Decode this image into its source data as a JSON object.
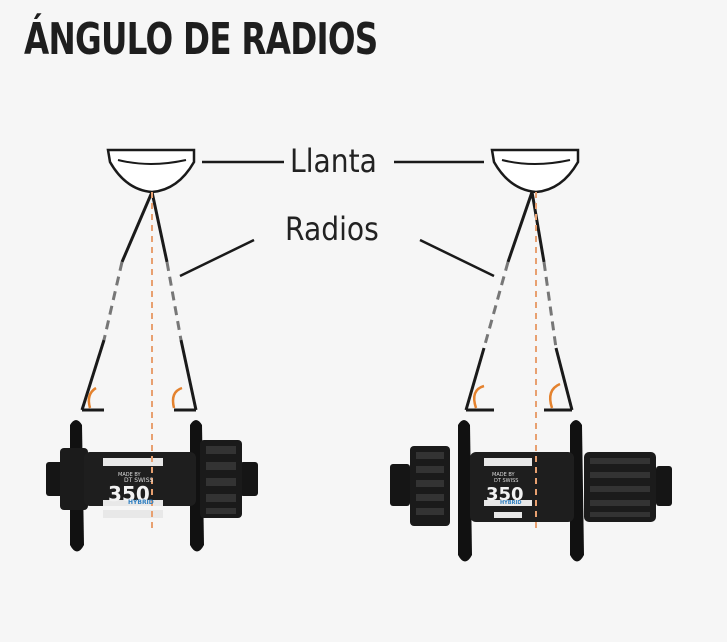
{
  "title": "ÁNGULO DE RADIOS",
  "labels": {
    "rim": "Llanta",
    "spokes": "Radios"
  },
  "hub_branding": {
    "made_by": "MADE BY",
    "brand": "DT SWISS",
    "model": "350",
    "variant": "HYBRID"
  },
  "colors": {
    "title": "#1e1e1e",
    "lines": "#1a1a1a",
    "centerline": "#e8a070",
    "flange_arc": "#e4822e",
    "hub_accent": "#2f7fc1",
    "background": "#f6f6f6"
  }
}
